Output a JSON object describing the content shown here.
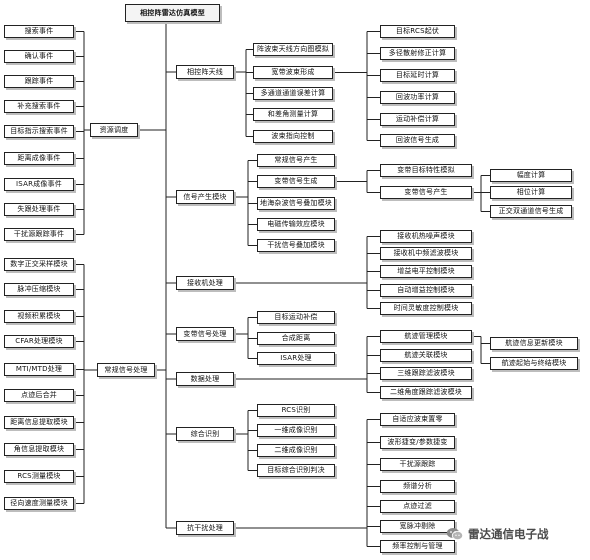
{
  "title": "相控阵雷达仿真模型",
  "nodes": {
    "root": "相控阵雷达仿真模型",
    "sched": "资源调度",
    "sig_proc": "常规信号处理",
    "phased_antenna": "相控阵天线",
    "sig_gen": "信号产生模块",
    "rx_proc": "接收机处理",
    "varsig_proc": "变带信号处理",
    "data_proc": "数据处理",
    "recog": "综合识别",
    "aj_proc": "抗干扰处理",
    "s_search": "搜索事件",
    "s_confirm": "确认事件",
    "s_track": "跟踪事件",
    "s_supp_search": "补充搜索事件",
    "s_cue_search": "目标指示搜索事件",
    "s_hrrp": "距离成像事件",
    "s_isar": "ISAR成像事件",
    "s_lostproc": "失跟处理事件",
    "s_jam_track": "干扰源跟踪事件",
    "p_qd": "数字正交采样模块",
    "p_pc": "脉冲压缩模块",
    "p_mtd": "视频积累模块",
    "p_cfar": "CFAR处理模块",
    "p_mti": "MTI/MTD处理",
    "p_combine": "点迹后合并",
    "p_range_meas": "距离信息提取模块",
    "p_angle_meas": "角信息提取模块",
    "p_rcs": "RCS测量模块",
    "p_doppler": "径向速度测量模块",
    "a_beam": "阵波束天线方向图模拟",
    "a_wideband": "宽带波束形成",
    "a_multichan": "多通道通道误差计算",
    "a_diffpattern": "和差角测量计算",
    "a_pointing": "波束指向控制",
    "a_rcs_fluct": "目标RCS起伏",
    "a_multipath": "多径散射修正计算",
    "a_range_calc": "目标延时计算",
    "a_echo_calc": "回波功率计算",
    "a_doppler_calc": "运动补偿计算",
    "a_echo_gen": "回波信号生成",
    "g_conv": "常规信号产生",
    "g_var": "变带信号生成",
    "g_clutter": "地海杂波信号叠加模块",
    "g_env": "电磁传输效应模块",
    "g_jam": "干扰信号叠加模块",
    "g_target_model": "变带目标特性模拟",
    "g_var_gen": "变带信号产生",
    "g_amp": "幅度计算",
    "g_phase": "相位计算",
    "g_orth": "正交双通道信号生成",
    "r_noise": "接收机热噪声模块",
    "r_filter": "接收机中频滤波模块",
    "r_stc": "增益电平控制模块",
    "r_agc": "自动增益控制模块",
    "r_limit": "时间灵敏度控制模块",
    "v_motion": "目标运动补偿",
    "v_ifft": "合成距离",
    "v_isar": "ISAR处理",
    "d_track_mgmt": "航迹管理模块",
    "d_assoc": "航迹关联模块",
    "d_3d_filter": "三维跟踪滤波模块",
    "d_2d_filter": "二维角度跟踪滤波模块",
    "d_target_gen": "航迹信息更新模块",
    "d_output": "航迹起始与终结模块",
    "c_rcs": "RCS识别",
    "c_1d": "一维成像识别",
    "c_2d": "二维成像识别",
    "c_fusion": "目标综合识别判决",
    "j_sidelobe_blank": "自适应波束置零",
    "j_sidelobe_cancel": "波形捷变/参数捷变",
    "j_jam_track": "干扰源跟踪",
    "j_freq_agile": "频谱分析",
    "j_pulse_select": "点迹过滤",
    "j_pulse_reject": "宽脉冲剔除",
    "j_freq_ctrl": "频率控制与管理"
  },
  "watermark": {
    "text": "雷达通信电子战",
    "icon": "wechat-icon"
  }
}
